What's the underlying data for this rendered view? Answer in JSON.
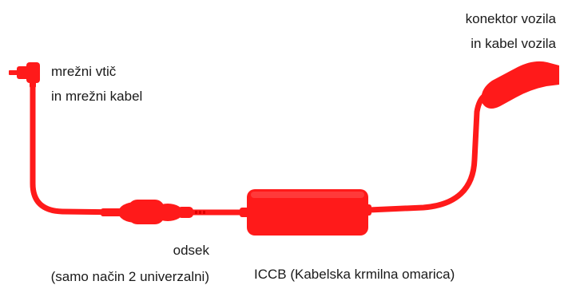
{
  "labels": {
    "mains_plug_line1": "mrežni vtič",
    "mains_plug_line2": "in mrežni kabel",
    "vehicle_connector_line1": "konektor vozila",
    "vehicle_connector_line2": "in kabel vozila",
    "adapter_line1": "odsek",
    "adapter_line2": "(samo način 2 univerzalni)",
    "iccb": "ICCB (Kabelska krmilna omarica)"
  },
  "colors": {
    "cable": "#ff1a1a",
    "cable_dark": "#e00000",
    "text": "#1a1a1a"
  }
}
